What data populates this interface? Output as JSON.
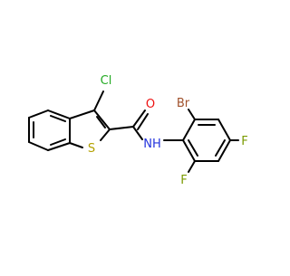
{
  "molecule": {
    "atoms": [
      {
        "id": "a1",
        "element": "C"
      },
      {
        "id": "a2",
        "element": "C"
      },
      {
        "id": "a3",
        "element": "C"
      },
      {
        "id": "a4",
        "element": "C"
      },
      {
        "id": "a5",
        "element": "C"
      },
      {
        "id": "a6",
        "element": "C"
      },
      {
        "id": "a7",
        "element": "C"
      },
      {
        "id": "a8",
        "element": "C"
      },
      {
        "id": "s1",
        "element": "S",
        "label": "S",
        "color": "#b3a100"
      },
      {
        "id": "cl",
        "element": "Cl",
        "label": "Cl",
        "color": "#22aa22"
      },
      {
        "id": "c9",
        "element": "C"
      },
      {
        "id": "o1",
        "element": "O",
        "label": "O",
        "color": "#ee1111"
      },
      {
        "id": "n1",
        "element": "N",
        "label": "NH",
        "color": "#2233dd"
      },
      {
        "id": "b1",
        "element": "C"
      },
      {
        "id": "b2",
        "element": "C"
      },
      {
        "id": "b3",
        "element": "C"
      },
      {
        "id": "b4",
        "element": "C"
      },
      {
        "id": "b5",
        "element": "C"
      },
      {
        "id": "b6",
        "element": "C"
      },
      {
        "id": "br",
        "element": "Br",
        "label": "Br",
        "color": "#a0522d"
      },
      {
        "id": "f1",
        "element": "F",
        "label": "F",
        "color": "#7a9a00"
      },
      {
        "id": "f2",
        "element": "F",
        "label": "F",
        "color": "#7a9a00"
      }
    ]
  }
}
